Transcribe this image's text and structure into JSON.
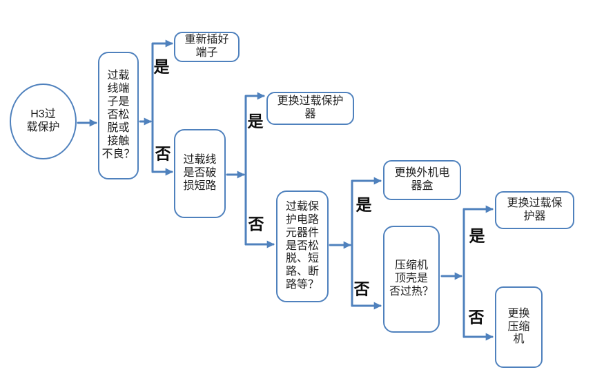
{
  "diagram": {
    "type": "flowchart",
    "language": "zh-CN",
    "colors": {
      "line": "#4f81bd",
      "text": "#1f1f1f",
      "label": "#0d0d0d",
      "bg": "#ffffff"
    },
    "nodes": [
      {
        "id": "start",
        "type": "start",
        "label": "H3过\n载保护"
      },
      {
        "id": "q1",
        "type": "decision",
        "label": "过载\n线端\n子是\n否松\n脱或\n接触\n不良？"
      },
      {
        "id": "r1",
        "type": "action",
        "label": "重新插好\n端子"
      },
      {
        "id": "q2",
        "type": "decision",
        "label": "过载线\n是否破\n损短路"
      },
      {
        "id": "r2",
        "type": "action",
        "label": "更换过载保护\n器"
      },
      {
        "id": "q3",
        "type": "decision",
        "label": "过载保\n护电路\n元器件\n是否松\n脱、短\n路、断\n路等？"
      },
      {
        "id": "r3",
        "type": "action",
        "label": "更换外机电\n器盒"
      },
      {
        "id": "q4",
        "type": "decision",
        "label": "压缩机\n顶壳是\n否过热？"
      },
      {
        "id": "r4",
        "type": "action",
        "label": "更换过载保\n护器"
      },
      {
        "id": "r5",
        "type": "action",
        "label": "更换\n压缩\n机"
      }
    ],
    "edges": [
      {
        "from": "start",
        "to": "q1",
        "label": ""
      },
      {
        "from": "q1",
        "to": "r1",
        "label": "是"
      },
      {
        "from": "q1",
        "to": "q2",
        "label": "否"
      },
      {
        "from": "q2",
        "to": "r2",
        "label": "是"
      },
      {
        "from": "q2",
        "to": "q3",
        "label": "否"
      },
      {
        "from": "q3",
        "to": "r3",
        "label": "是"
      },
      {
        "from": "q3",
        "to": "q4",
        "label": "否"
      },
      {
        "from": "q4",
        "to": "r4",
        "label": "是"
      },
      {
        "from": "q4",
        "to": "r5",
        "label": "否"
      }
    ]
  }
}
